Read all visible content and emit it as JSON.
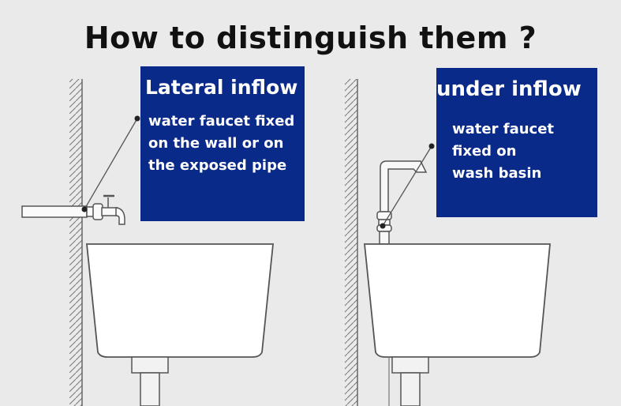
{
  "title": "How to distinguish them ?",
  "left": {
    "heading": "Lateral inflow",
    "description": "water faucet fixed\non the wall or on\nthe exposed pipe"
  },
  "right": {
    "heading": "under inflow",
    "description": "water faucet\n fixed  on\nwash basin"
  },
  "colors": {
    "box": "#0a2a8a",
    "background": "#eaeaea",
    "line": "#555555",
    "basin": "#ffffff"
  }
}
